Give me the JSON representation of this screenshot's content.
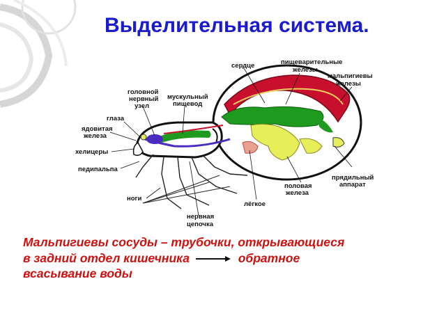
{
  "title": "Выделительная система.",
  "labels": {
    "heart": "сердце",
    "digestive_glands_1": "пищеварительные",
    "digestive_glands_2": "железы",
    "malpighian_1": "мальпигиевы",
    "malpighian_2": "железы",
    "ganglion_1": "головной",
    "ganglion_2": "нервный",
    "ganglion_3": "узел",
    "esophagus_1": "мускульный",
    "esophagus_2": "пищевод",
    "eyes": "глаза",
    "venom_1": "ядовитая",
    "venom_2": "железа",
    "chelicerae": "хелицеры",
    "pedipalp": "педипальпа",
    "legs": "ноги",
    "nerve_chain_1": "нервная",
    "nerve_chain_2": "цепочка",
    "lung": "лёгкое",
    "gonad_1": "половая",
    "gonad_2": "железа",
    "spinneret_1": "прядильный",
    "spinneret_2": "аппарат"
  },
  "caption": {
    "line1": "Мальпигиевы сосуды – трубочки, открывающиеся",
    "line2_before": "в задний отдел кишечника",
    "line2_after": "обратное",
    "line3": "всасывание воды"
  },
  "colors": {
    "title": "#1a1ad0",
    "caption": "#cc1111",
    "heart": "#c8102e",
    "gut": "#1e9a1e",
    "gland": "#e6ef5a",
    "nerve": "#4a2cc0"
  }
}
